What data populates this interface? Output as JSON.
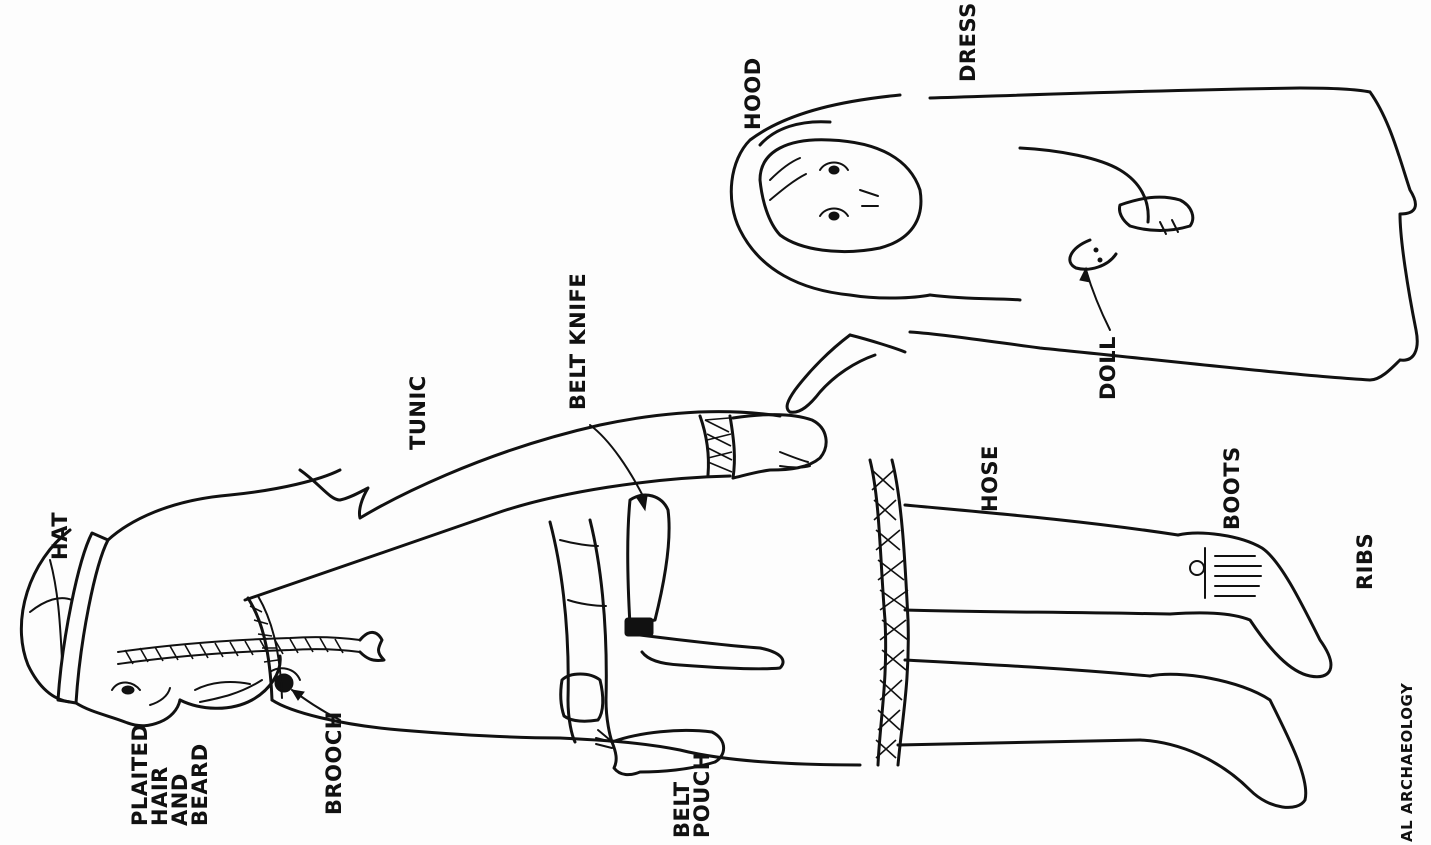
{
  "labels": {
    "hat": "HAT",
    "plaited_hair_beard": "PLAITED\nHAIR\nAND\nBEARD",
    "brooch": "BROOCH",
    "belt_pouch": "BELT\nPOUCH",
    "belt_knife": "BELT KNIFE",
    "tunic": "TUNIC",
    "hose": "HOSE",
    "boots": "BOOTS",
    "ribs": "RIBS",
    "hood": "HOOD",
    "dress": "DRESS",
    "doll": "DOLL",
    "credit": "AL ARCHAEOLOGY"
  },
  "colors": {
    "ink": "#111111",
    "paper": "#fdfdfd"
  }
}
